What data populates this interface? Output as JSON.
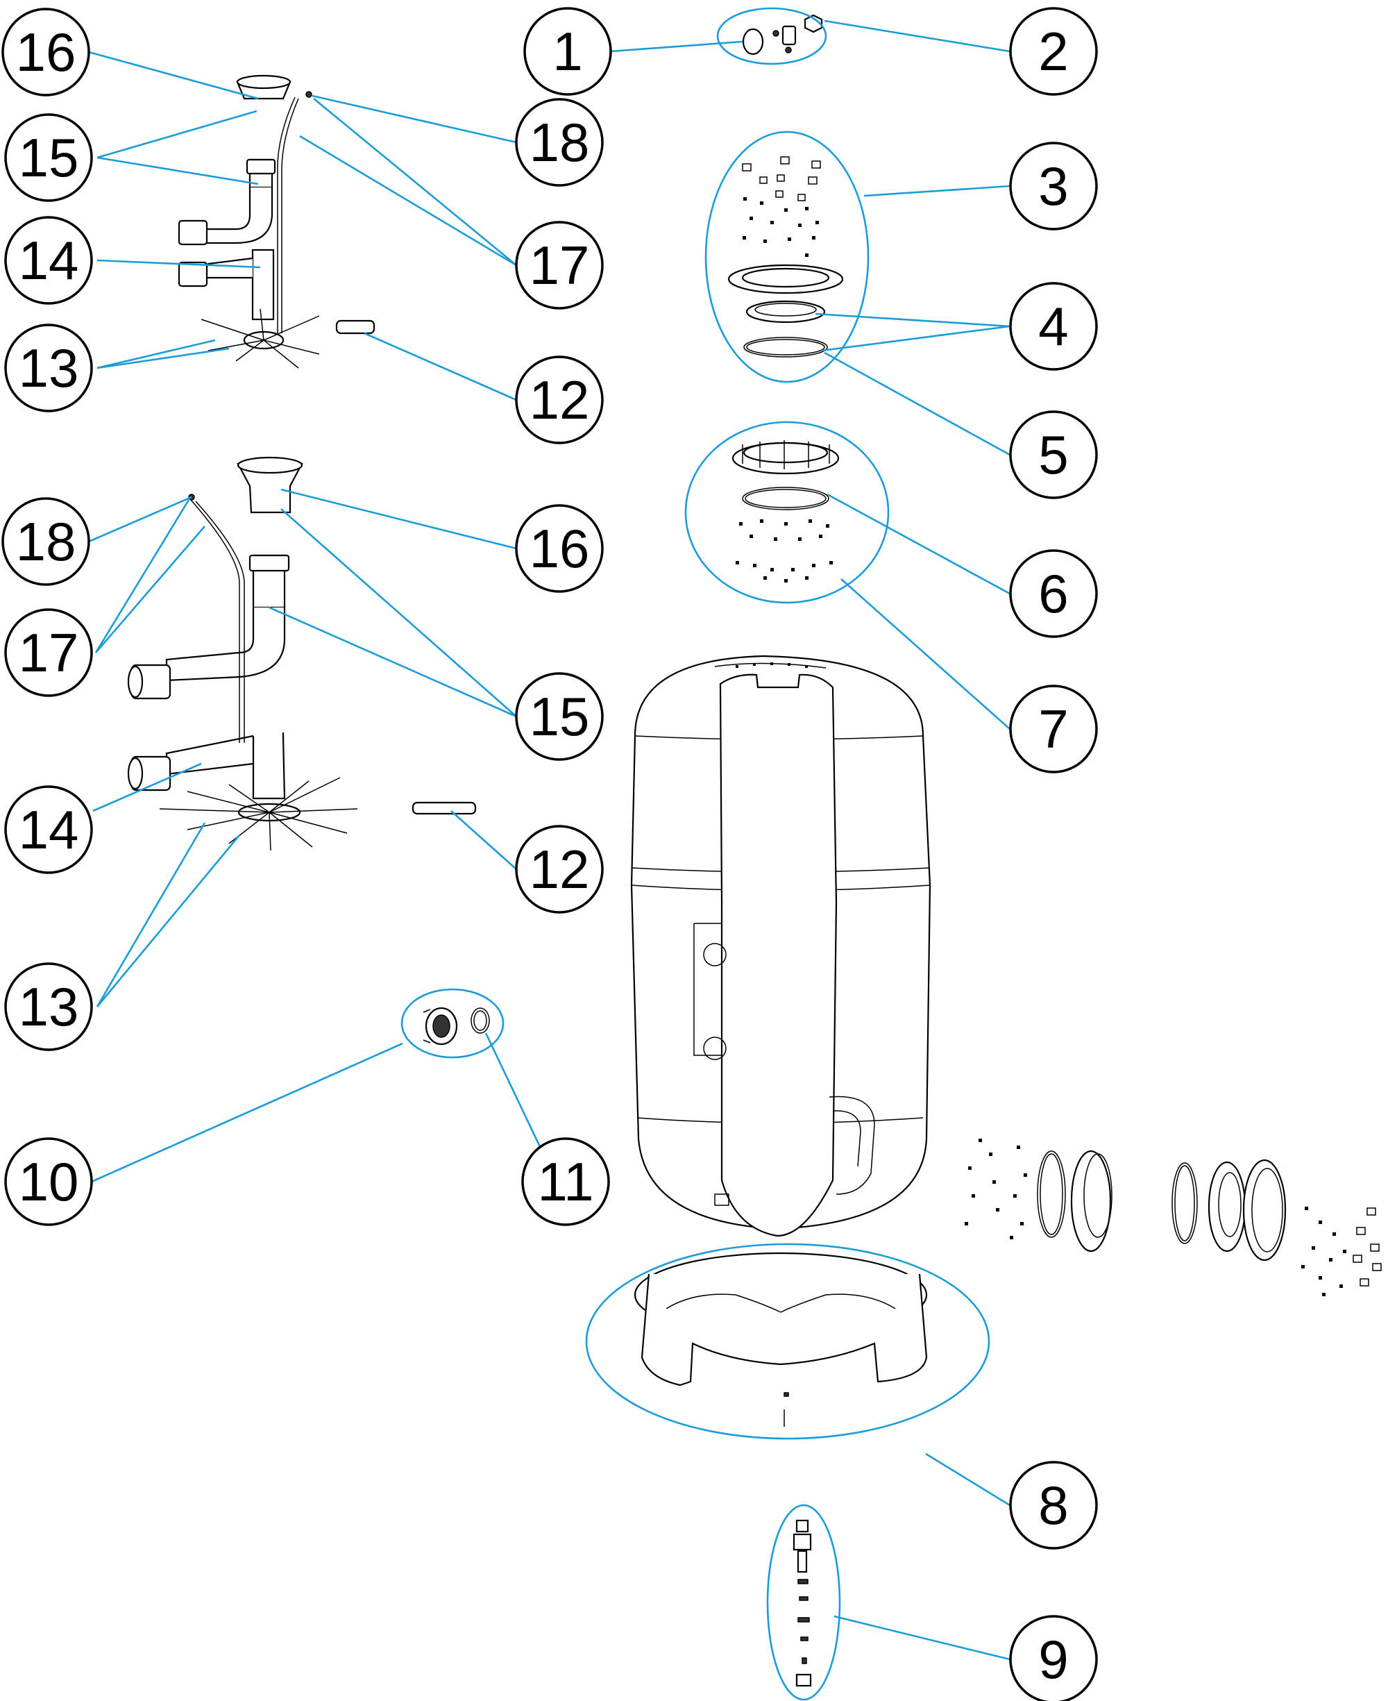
{
  "colors": {
    "leader": "#1b9cd8",
    "outline": "#000000",
    "background": "#ffffff"
  },
  "callouts": [
    {
      "id": "c1",
      "label": "1"
    },
    {
      "id": "c2",
      "label": "2"
    },
    {
      "id": "c3",
      "label": "3"
    },
    {
      "id": "c4",
      "label": "4"
    },
    {
      "id": "c5",
      "label": "5"
    },
    {
      "id": "c6",
      "label": "6"
    },
    {
      "id": "c7",
      "label": "7"
    },
    {
      "id": "c8",
      "label": "8"
    },
    {
      "id": "c9",
      "label": "9"
    },
    {
      "id": "c10",
      "label": "10"
    },
    {
      "id": "c11",
      "label": "11"
    },
    {
      "id": "c12a",
      "label": "12"
    },
    {
      "id": "c12b",
      "label": "12"
    },
    {
      "id": "c13a",
      "label": "13"
    },
    {
      "id": "c13b",
      "label": "13"
    },
    {
      "id": "c14a",
      "label": "14"
    },
    {
      "id": "c14b",
      "label": "14"
    },
    {
      "id": "c15a",
      "label": "15"
    },
    {
      "id": "c15b",
      "label": "15"
    },
    {
      "id": "c16a",
      "label": "16"
    },
    {
      "id": "c16b",
      "label": "16"
    },
    {
      "id": "c17a",
      "label": "17"
    },
    {
      "id": "c17b",
      "label": "17"
    },
    {
      "id": "c18a",
      "label": "18"
    },
    {
      "id": "c18b",
      "label": "18"
    }
  ]
}
